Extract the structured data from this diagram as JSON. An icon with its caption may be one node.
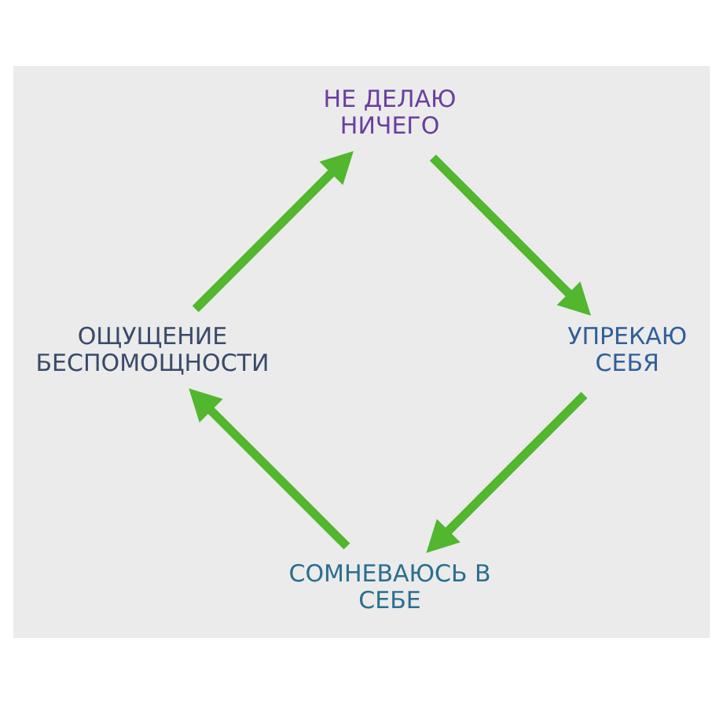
{
  "diagram": {
    "nodes": [
      {
        "text": [
          "НЕ ДЕЛАЮ НИЧЕГО"
        ]
      },
      {
        "text": [
          "УПРЕКАЮ СЕБЯ"
        ]
      },
      {
        "text": [
          "СОМНЕВАЮСЬ В СЕБЕ"
        ]
      },
      {
        "text": [
          "ОЩУЩЕНИЕ БЕСПОМОЩНОСТИ"
        ]
      }
    ],
    "edges": [
      {
        "from": 0,
        "to": 1,
        "arrow": "to"
      },
      {
        "from": 1,
        "to": 2,
        "arrow": "to"
      },
      {
        "from": 2,
        "to": 3,
        "arrow": "to"
      },
      {
        "from": 3,
        "to": 0,
        "arrow": "to"
      }
    ]
  }
}
